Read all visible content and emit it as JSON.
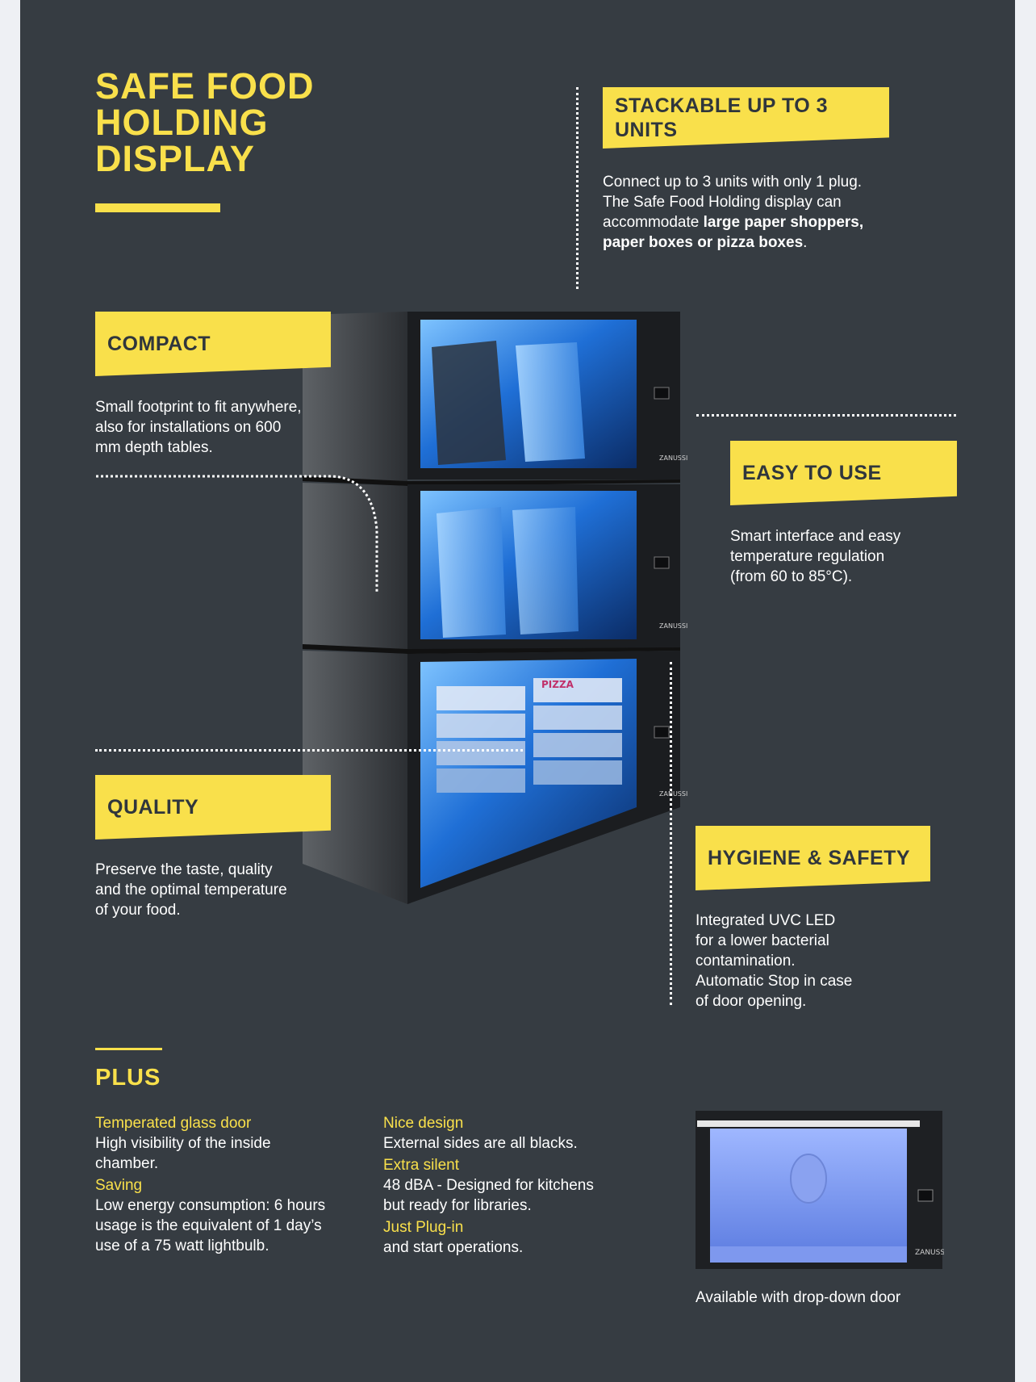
{
  "title": {
    "line1": "SAFE FOOD",
    "line2": "HOLDING",
    "line3": "DISPLAY"
  },
  "features": {
    "stackable": {
      "heading_line1": "STACKABLE UP TO 3",
      "heading_line2": "UNITS",
      "line1": "Connect up to 3 units with only 1 plug.",
      "line2": "The Safe Food Holding display can",
      "line3_pre": "accommodate ",
      "line3_bold": "large paper shoppers,",
      "line4_bold": "paper boxes or pizza boxes",
      "line4_post": "."
    },
    "compact": {
      "heading": "COMPACT",
      "line1": "Small footprint to fit anywhere,",
      "line2": "also for installations on 600",
      "line3": "mm depth tables."
    },
    "easy": {
      "heading": "EASY TO USE",
      "line1": "Smart interface and easy",
      "line2": "temperature regulation",
      "line3": "(from 60 to 85°C)."
    },
    "quality": {
      "heading": "QUALITY",
      "line1": "Preserve the taste, quality",
      "line2": "and the optimal temperature",
      "line3": "of your food."
    },
    "hygiene": {
      "heading": "HYGIENE & SAFETY",
      "line1": "Integrated UVC LED",
      "line2": "for a lower bacterial",
      "line3": "contamination.",
      "line4": "Automatic Stop in case",
      "line5": "of door opening."
    }
  },
  "plus": {
    "title": "PLUS",
    "items": [
      {
        "heading": "Temperated glass door",
        "desc_line1": "High visibility of the inside",
        "desc_line2": "chamber."
      },
      {
        "heading": "Saving",
        "desc_line1": "Low energy consumption: 6 hours",
        "desc_line2": "usage is the equivalent of 1 day’s",
        "desc_line3": "use of a 75 watt lightbulb."
      },
      {
        "heading": "Nice design",
        "desc_line1": "External sides are all blacks."
      },
      {
        "heading": "Extra silent",
        "desc_line1": "48 dBA - Designed for kitchens",
        "desc_line2": "but ready for libraries."
      },
      {
        "heading": "Just Plug-in",
        "desc_line1": "and start operations."
      }
    ],
    "caption": "Available with drop-down door"
  },
  "product": {
    "brand": "ZANUSSI",
    "box_label": "PIZZA"
  },
  "colors": {
    "background": "#363c42",
    "accent": "#f9e04b",
    "text": "#ffffff"
  }
}
